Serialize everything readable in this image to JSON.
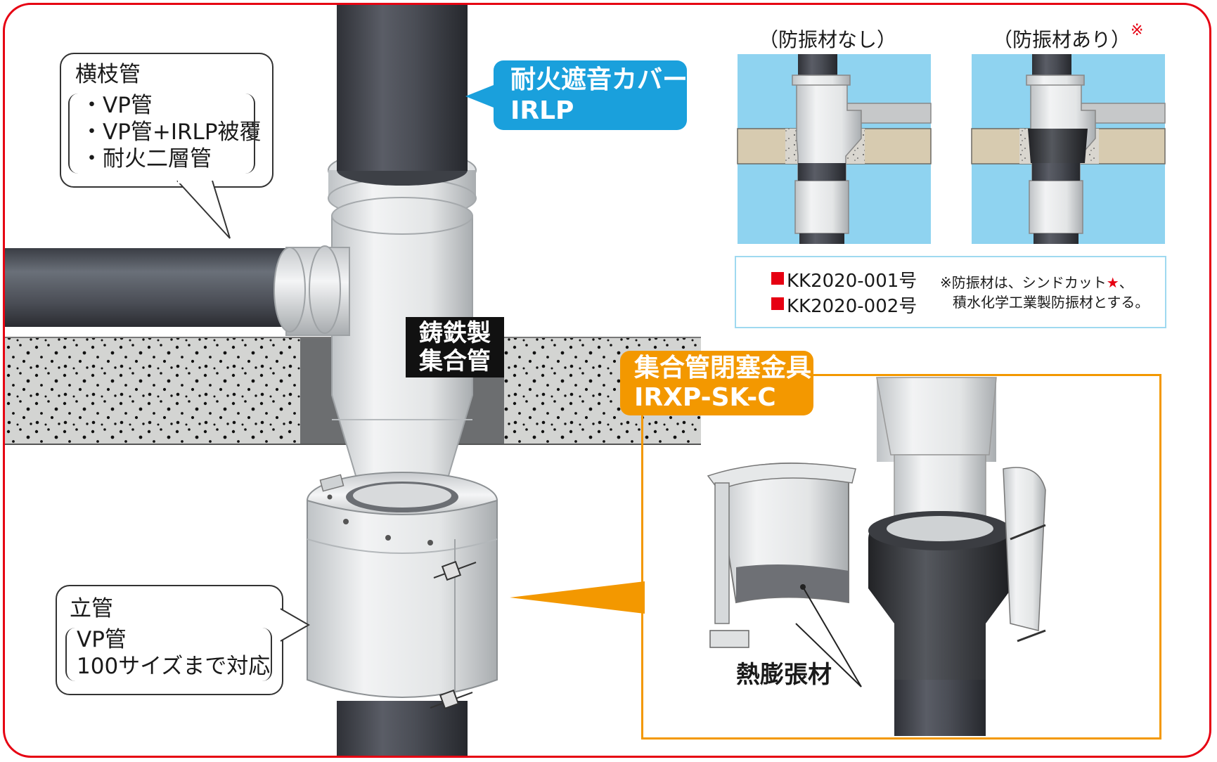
{
  "branch_pipe": {
    "title": "横枝管",
    "items": [
      "・VP管",
      "・VP管+IRLP被覆",
      "・耐火二層管"
    ]
  },
  "cover": {
    "name": "耐火遮音カバー",
    "code": "IRLP"
  },
  "cast_iron": {
    "line1": "鋳鉄製",
    "line2": "集合管"
  },
  "riser": {
    "title": "立管",
    "line1": "VP管",
    "line2": "100サイズまで対応"
  },
  "comparison": {
    "without_label": "（防振材なし）",
    "with_label": "（防振材あり）",
    "with_mark": "※"
  },
  "certification": {
    "items": [
      "KK2020-001号",
      "KK2020-002号"
    ],
    "note_line1": "※防振材は、シンドカット",
    "note_star": "★",
    "note_line1_end": "、",
    "note_line2": "積水化学工業製防振材とする。"
  },
  "fitting": {
    "name": "集合管閉塞金具",
    "code": "IRXP-SK-C"
  },
  "material_label": "熱膨張材",
  "colors": {
    "frame": "#e60012",
    "cover_callout": "#1aa0dc",
    "fitting_callout": "#f39800",
    "pipe": "#4a4d55",
    "concrete": "#d3d4d2",
    "cert_border": "#9fd9f0",
    "marker": "#e60012"
  }
}
